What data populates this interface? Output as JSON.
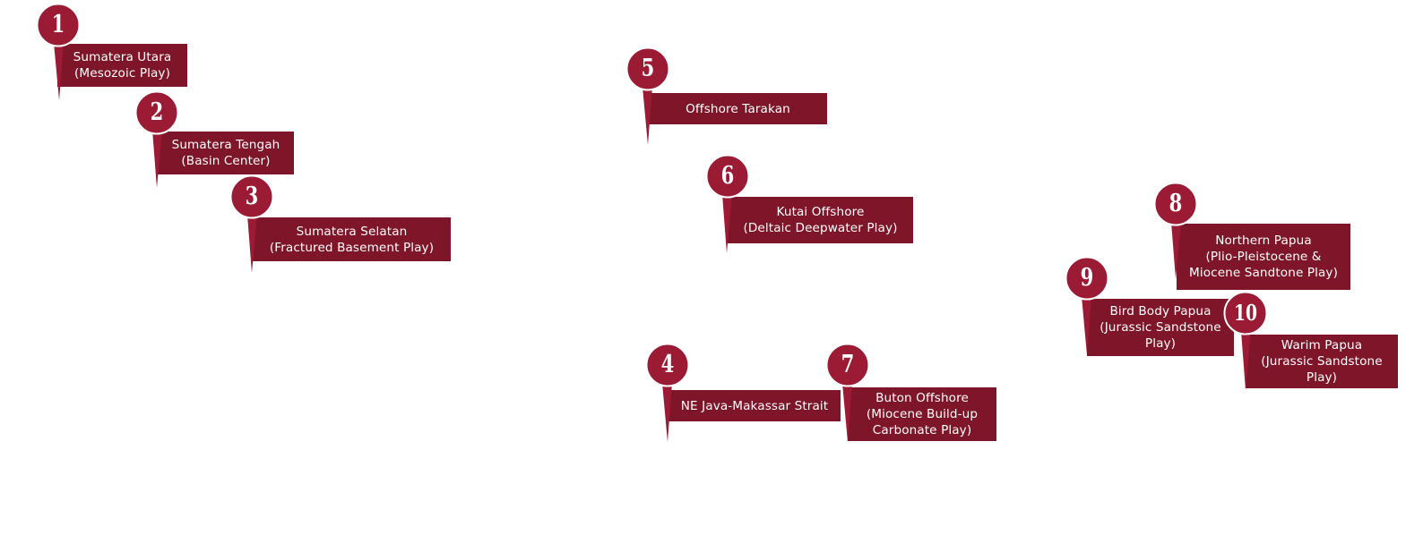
{
  "colors": {
    "pin": "#9b1a34",
    "pin_stroke": "#ffffff",
    "label_bg": "#7e1529",
    "text": "#ffffff"
  },
  "markers": [
    {
      "number": "1",
      "label": "Sumatera Utara\n(Mesozoic Play)"
    },
    {
      "number": "2",
      "label": "Sumatera Tengah\n(Basin Center)"
    },
    {
      "number": "3",
      "label": "Sumatera Selatan\n(Fractured Basement Play)"
    },
    {
      "number": "4",
      "label": "NE Java-Makassar Strait"
    },
    {
      "number": "5",
      "label": "Offshore Tarakan"
    },
    {
      "number": "6",
      "label": "Kutai Offshore\n(Deltaic Deepwater Play)"
    },
    {
      "number": "7",
      "label": "Buton Offshore\n(Miocene Build-up\nCarbonate Play)"
    },
    {
      "number": "8",
      "label": "Northern Papua\n(Plio-Pleistocene &\nMiocene Sandtone Play)"
    },
    {
      "number": "9",
      "label": "Bird Body Papua\n(Jurassic Sandstone\nPlay)"
    },
    {
      "number": "10",
      "label": "Warim Papua\n(Jurassic Sandstone\nPlay)"
    }
  ]
}
